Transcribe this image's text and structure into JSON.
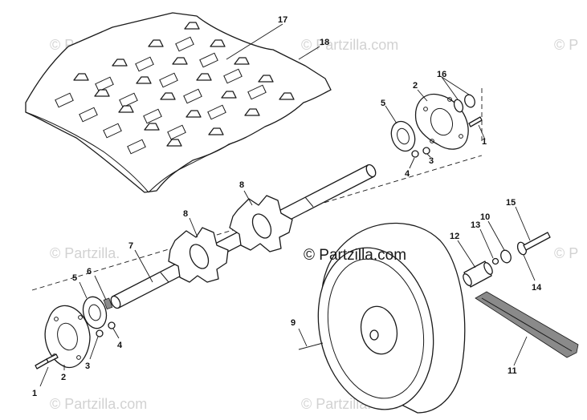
{
  "watermark": {
    "faint": "© Partzilla.com",
    "faint_short": "© Partzilla.",
    "faint_edge": "© P",
    "main": "© Partzilla.com"
  },
  "callouts": {
    "n1a": "1",
    "n2a": "2",
    "n3a": "3",
    "n4a": "4",
    "n5a": "5",
    "n6": "6",
    "n7": "7",
    "n8a": "8",
    "n8b": "8",
    "n9": "9",
    "n10": "10",
    "n11": "11",
    "n12": "12",
    "n13": "13",
    "n14": "14",
    "n15": "15",
    "n16": "16",
    "n17": "17",
    "n18": "18",
    "n1b": "1",
    "n2b": "2",
    "n3b": "3",
    "n4b": "4",
    "n5b": "5"
  }
}
